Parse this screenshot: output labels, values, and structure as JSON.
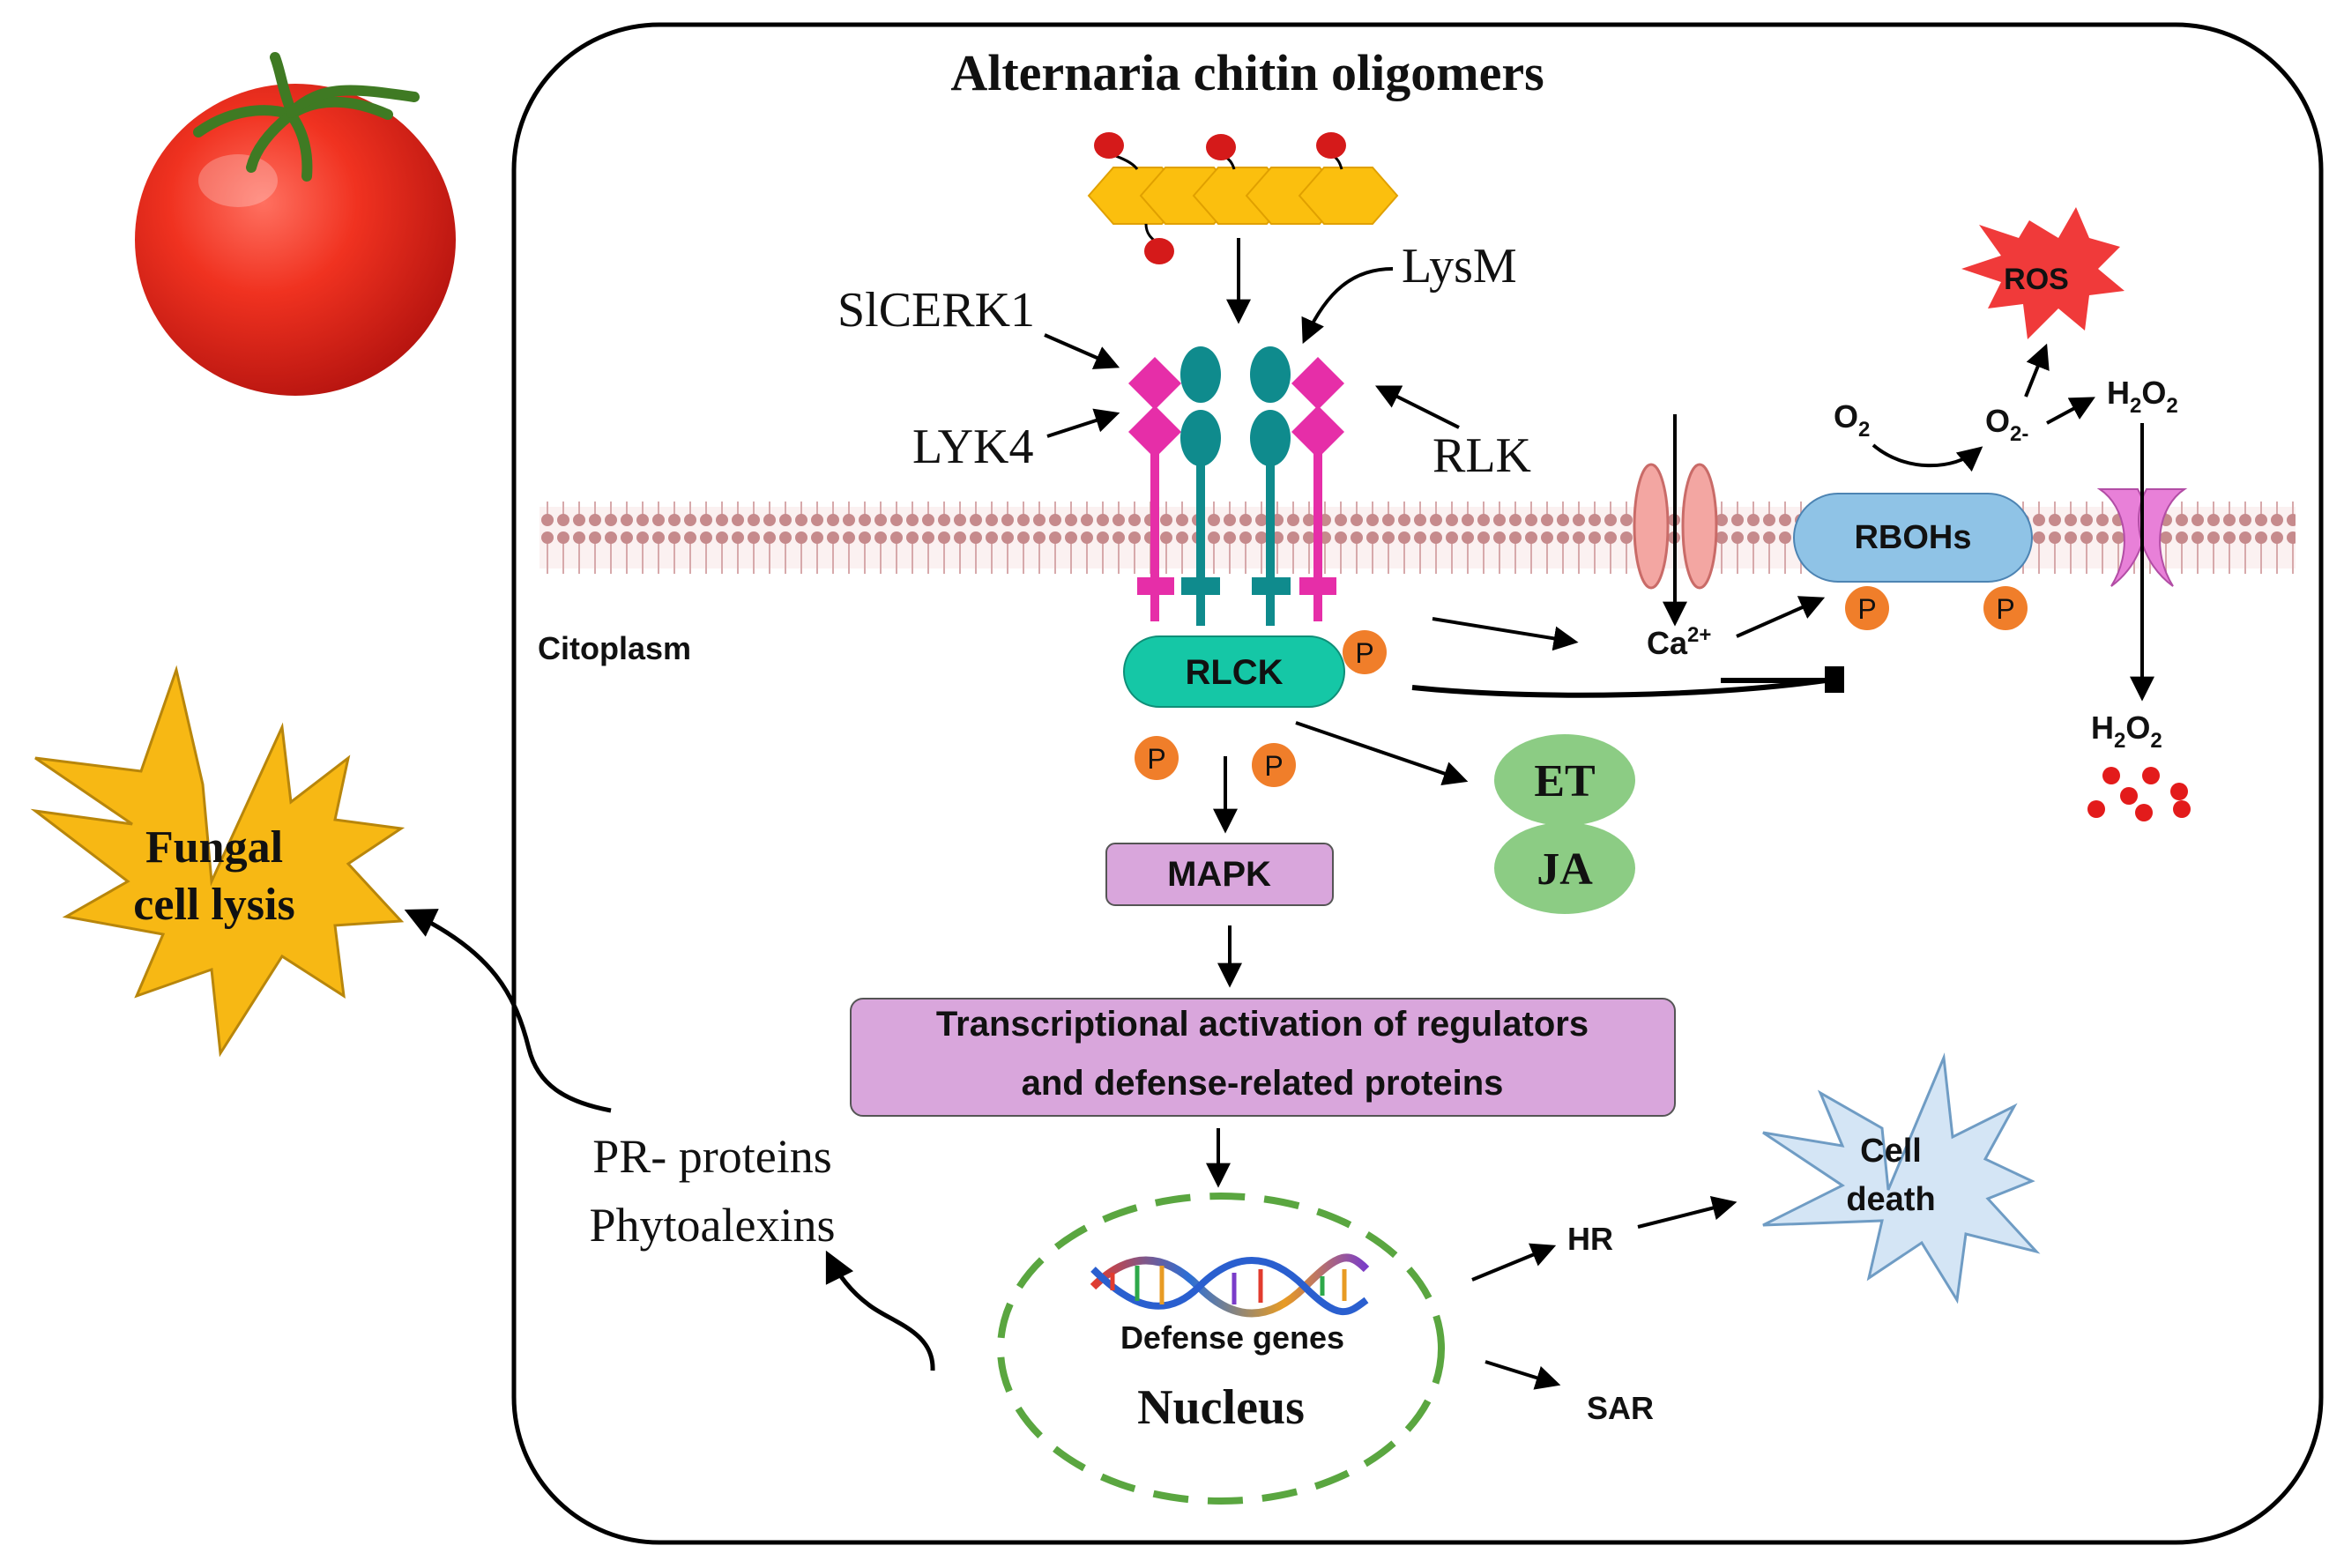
{
  "labels": {
    "title": "Alternaria chitin oligomers",
    "lysm": "LysM",
    "slcerk1": "SlCERK1",
    "lyk4": "LYK4",
    "rlk": "RLK",
    "citoplasm": "Citoplasm",
    "rlck": "RLCK",
    "phospho": "P",
    "mapk": "MAPK",
    "et": "ET",
    "ja": "JA",
    "transcription_line1": "Transcriptional  activation  of regulators",
    "transcription_line2": "and defense-related proteins",
    "defense_genes": "Defense genes",
    "nucleus": "Nucleus",
    "hr": "HR",
    "sar": "SAR",
    "cell_death_line1": "Cell",
    "cell_death_line2": "death",
    "pr_proteins": "PR- proteins",
    "phytoalexins": "Phytoalexins",
    "fungal_line1": "Fungal",
    "fungal_line2": "cell lysis",
    "ros": "ROS",
    "rbohs": "RBOHs",
    "ca": "Ca",
    "ca_charge": "2+",
    "o2_base": "O",
    "o2_sub": "2",
    "superoxide_base": "O",
    "superoxide_sub": "2-",
    "h2o2_h": "H",
    "h2o2_sub1": "2",
    "h2o2_o": "O",
    "h2o2_sub2": "2"
  },
  "colors": {
    "receptor_pink": "#e62ea8",
    "receptor_teal": "#0f8b8d",
    "rlck_green": "#15c7a6",
    "phospho_orange": "#f07e2a",
    "mapk_purple": "#d9a6dc",
    "et_ja_green": "#8ccc84",
    "rbohs_blue": "#8fc3e6",
    "ros_red": "#f03a3a",
    "fungal_yellow": "#f7b814",
    "cell_death_blue": "#d4e5f5",
    "nucleus_dash": "#5aa640",
    "chitin_yellow": "#fbbf0e",
    "chitin_red": "#d51a1a",
    "tomato_red": "#e8281c",
    "membrane_head": "#c68a8c"
  }
}
